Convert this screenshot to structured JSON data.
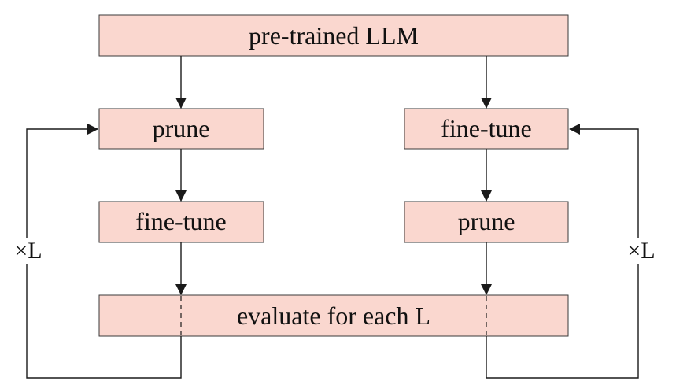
{
  "nodes": {
    "pretrained": "pre-trained LLM",
    "left_prune": "prune",
    "left_finetune": "fine-tune",
    "right_finetune": "fine-tune",
    "right_prune": "prune",
    "evaluate": "evaluate for each L"
  },
  "loops": {
    "left_label": "×L",
    "right_label": "×L"
  },
  "colors": {
    "box_fill": "#fad7cf",
    "box_stroke": "#3a3a3a",
    "line": "#1a1a1a"
  }
}
